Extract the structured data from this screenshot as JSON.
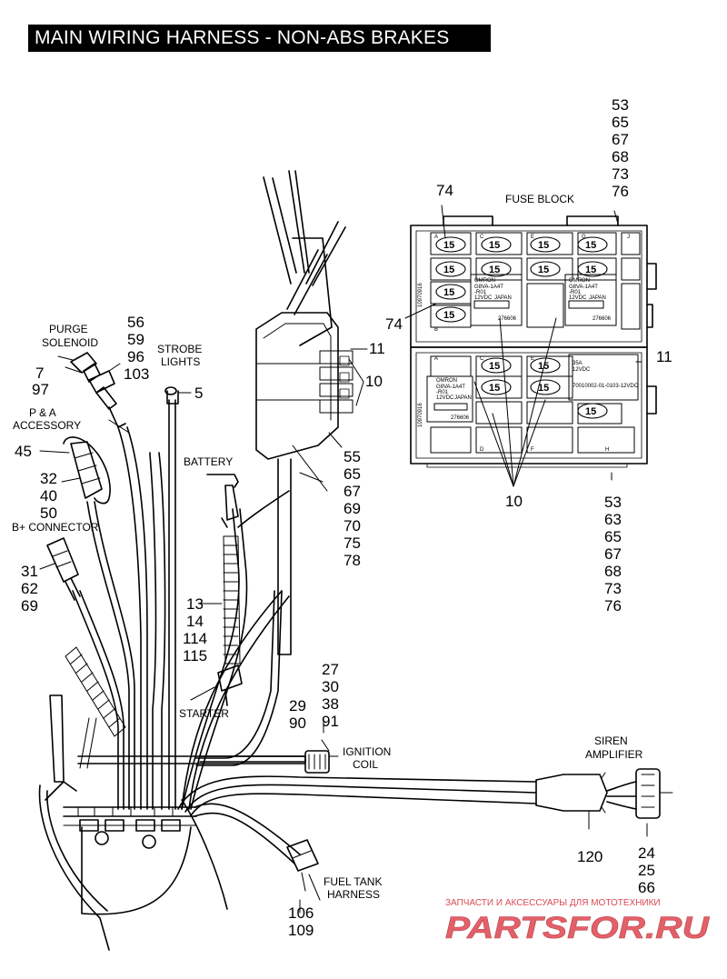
{
  "title": "MAIN WIRING HARNESS - NON-ABS BRAKES",
  "labels": {
    "fuse_block": "FUSE BLOCK",
    "purge_1": "PURGE",
    "purge_2": "SOLENOID",
    "strobe_1": "STROBE",
    "strobe_2": "LIGHTS",
    "pa_1": "P & A",
    "pa_2": "ACCESSORY",
    "bplus": "B+ CONNECTOR",
    "battery": "BATTERY",
    "starter": "STARTER",
    "ignition_1": "IGNITION",
    "ignition_2": "COIL",
    "siren_1": "SIREN",
    "siren_2": "AMPLIFIER",
    "fuel_1": "FUEL TANK",
    "fuel_2": "HARNESS"
  },
  "callouts": {
    "top_right": [
      "53",
      "65",
      "67",
      "68",
      "73",
      "76"
    ],
    "fuse_74_top": "74",
    "fuse_74_left": "74",
    "purge": [
      "56",
      "59",
      "96",
      "103"
    ],
    "purge_left": [
      "7",
      "97"
    ],
    "strobe": "5",
    "relay_11_left": "11",
    "relay_10_left": "10",
    "relay_11_right": "11",
    "pa": [
      "32",
      "40",
      "50"
    ],
    "pa_left": "45",
    "below_harness": [
      "55",
      "65",
      "67",
      "69",
      "70",
      "75",
      "78"
    ],
    "fuse_10_bottom": "10",
    "bottom_right": [
      "53",
      "63",
      "65",
      "67",
      "68",
      "73",
      "76"
    ],
    "bplus": [
      "31",
      "62",
      "69"
    ],
    "battery_cable": [
      "13",
      "14",
      "114",
      "115"
    ],
    "ignition_top": [
      "27",
      "30",
      "38",
      "91"
    ],
    "ignition_left": [
      "29",
      "90"
    ],
    "siren": "120",
    "siren_conn": [
      "24",
      "25",
      "66"
    ],
    "fuel": [
      "106",
      "109"
    ]
  },
  "fuse_block": {
    "top_columns": [
      "A",
      "C",
      "E",
      "G",
      "J"
    ],
    "top_fuses": [
      "15",
      "15",
      "15",
      "15",
      "15",
      "15",
      "15",
      "15",
      "15",
      "15"
    ],
    "bottom_columns": [
      "A",
      "C",
      "E"
    ],
    "bottom_lower": [
      "B",
      "D",
      "F",
      "H"
    ],
    "side_code": "10970916",
    "relay_text": [
      "OMRON",
      "G8VA-1A4T",
      "-R01",
      "12VDC",
      "JAPAN",
      "276606"
    ],
    "bottom_fuses": [
      "15",
      "15",
      "15",
      "15",
      "15"
    ],
    "right_relay_text": [
      "35A",
      "12VDC",
      "70010002-01-0103-12VDC"
    ]
  },
  "watermark": {
    "tagline": "ЗАПЧАСТИ И АКСЕССУАРЫ ДЛЯ МОТОТЕХНИКИ",
    "brand": "PARTSFOR.RU"
  }
}
